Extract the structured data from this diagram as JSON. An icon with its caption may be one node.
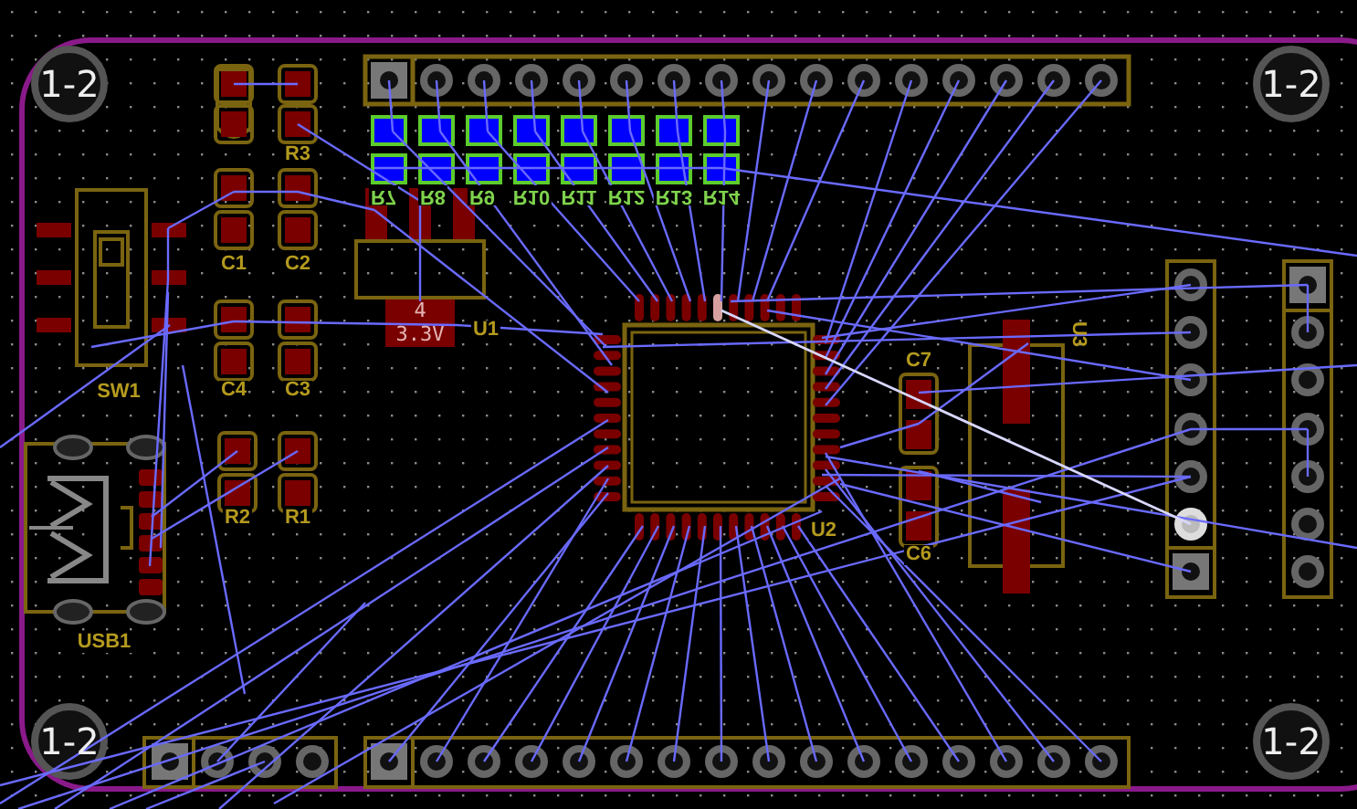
{
  "diagram": {
    "labels": [
      "1-2",
      "1-2",
      "R3",
      "C1",
      "C2",
      "R7",
      "R8",
      "R9",
      "R10",
      "R11",
      "R12",
      "R13",
      "R14",
      "4",
      "3.3V",
      "U1",
      "SW1",
      "C4",
      "C3",
      "C7",
      "U3",
      "R2",
      "R1",
      "U2",
      "C6",
      "USB1",
      "1-2",
      "1-2"
    ]
  }
}
